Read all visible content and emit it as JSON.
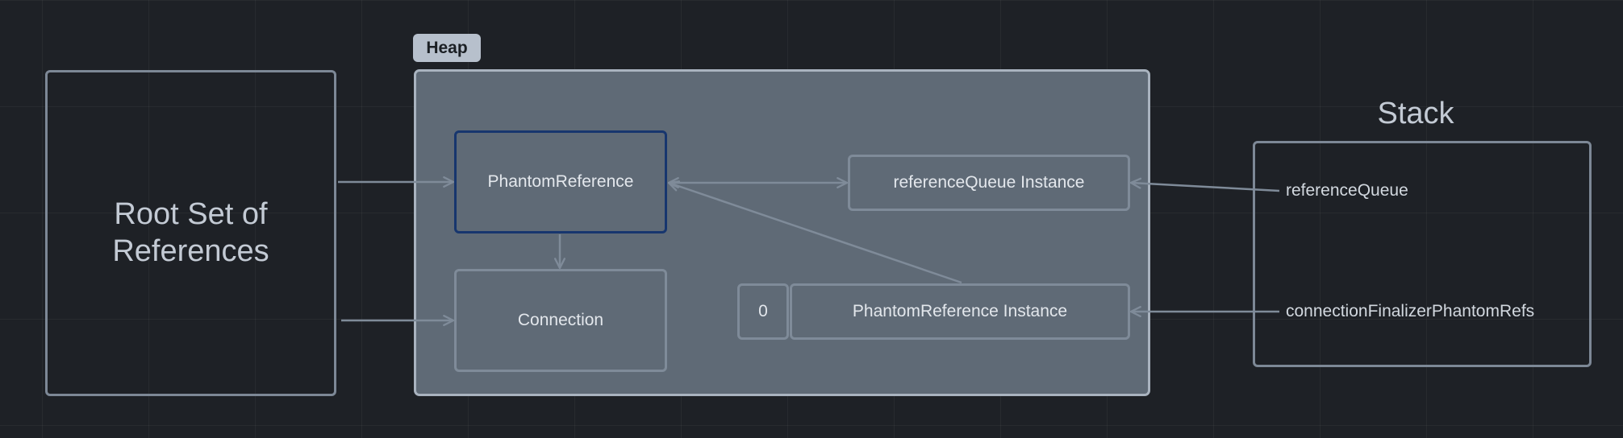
{
  "root": {
    "label_line1": "Root Set of",
    "label_line2": "References"
  },
  "heap": {
    "tag": "Heap",
    "nodes": {
      "phantom_reference": "PhantomReference",
      "connection": "Connection",
      "reference_queue_instance": "referenceQueue Instance",
      "phantom_reference_instance": "PhantomReference Instance",
      "index": "0"
    }
  },
  "stack": {
    "title": "Stack",
    "variables": [
      "referenceQueue",
      "connectionFinalizerPhantomRefs"
    ]
  },
  "colors": {
    "background": "#1e2126",
    "heap_fill": "#5f6a76",
    "selected_border": "#17366e",
    "connector": "#7f8b99"
  }
}
